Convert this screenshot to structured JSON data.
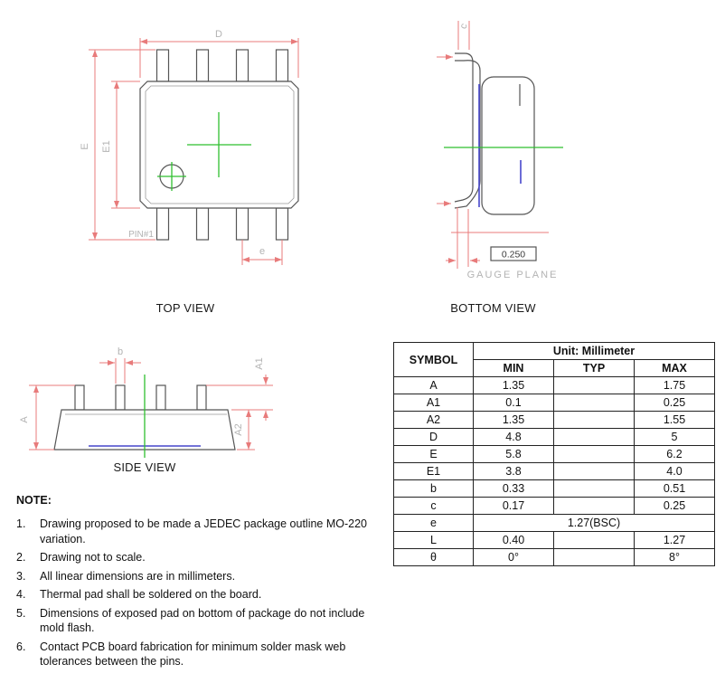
{
  "colors": {
    "dimension": "#e87b7b",
    "outline": "#555555",
    "centerline": "#2fbf2f",
    "lead_blue": "#4747cc",
    "label_gray": "#b3b3b3"
  },
  "views": {
    "top": {
      "title": "TOP VIEW",
      "labels": {
        "d": "D",
        "e_overall": "E",
        "e1": "E1",
        "pitch": "e",
        "pin1": "PIN#1"
      }
    },
    "bottom": {
      "title": "BOTTOM VIEW",
      "labels": {
        "c": "c",
        "gauge_value": "0.250",
        "gauge_plane": "GAUGE PLANE"
      }
    },
    "side": {
      "title": "SIDE VIEW",
      "labels": {
        "b": "b",
        "a": "A",
        "a1": "A1",
        "a2": "A2"
      }
    }
  },
  "table": {
    "symbol_header": "SYMBOL",
    "unit_header": "Unit: Millimeter",
    "col_headers": [
      "MIN",
      "TYP",
      "MAX"
    ],
    "rows": [
      {
        "symbol": "A",
        "min": "1.35",
        "typ": "",
        "max": "1.75"
      },
      {
        "symbol": "A1",
        "min": "0.1",
        "typ": "",
        "max": "0.25"
      },
      {
        "symbol": "A2",
        "min": "1.35",
        "typ": "",
        "max": "1.55"
      },
      {
        "symbol": "D",
        "min": "4.8",
        "typ": "",
        "max": "5"
      },
      {
        "symbol": "E",
        "min": "5.8",
        "typ": "",
        "max": "6.2"
      },
      {
        "symbol": "E1",
        "min": "3.8",
        "typ": "",
        "max": "4.0"
      },
      {
        "symbol": "b",
        "min": "0.33",
        "typ": "",
        "max": "0.51"
      },
      {
        "symbol": "c",
        "min": "0.17",
        "typ": "",
        "max": "0.25"
      },
      {
        "symbol": "e",
        "span": "1.27(BSC)"
      },
      {
        "symbol": "L",
        "min": "0.40",
        "typ": "",
        "max": "1.27"
      },
      {
        "symbol": "θ",
        "min": "0°",
        "typ": "",
        "max": "8°"
      }
    ]
  },
  "notes": {
    "title": "NOTE:",
    "items": [
      {
        "num": "1.",
        "text": "Drawing proposed to be made a JEDEC package outline MO-220 variation."
      },
      {
        "num": "2.",
        "text": "Drawing not to scale."
      },
      {
        "num": "3.",
        "text": "All linear dimensions are in millimeters."
      },
      {
        "num": "4.",
        "text": "Thermal pad shall be soldered on the board."
      },
      {
        "num": "5.",
        "text": "Dimensions of exposed pad on bottom of package do not include mold flash."
      },
      {
        "num": "6.",
        "text": "Contact PCB board fabrication for minimum solder mask web tolerances between the pins."
      }
    ]
  }
}
